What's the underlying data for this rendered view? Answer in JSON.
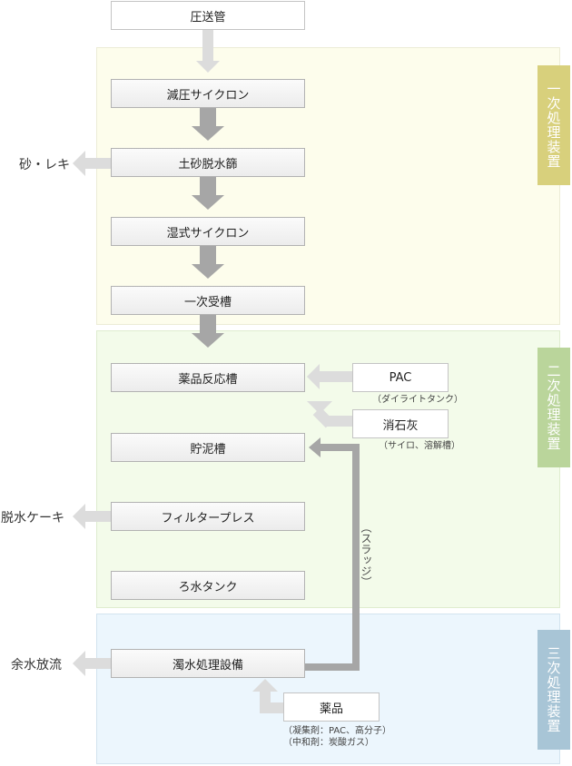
{
  "stages": {
    "primary": "一次処理装置",
    "secondary": "二次処理装置",
    "tertiary": "三次処理装置"
  },
  "nodes": {
    "pipe": "圧送管",
    "decompression_cyclone": "減圧サイクロン",
    "earth_sand_screen": "土砂脱水篩",
    "wet_cyclone": "湿式サイクロン",
    "primary_tank": "一次受槽",
    "chemical_reaction_tank": "薬品反応槽",
    "storage_tank": "貯泥槽",
    "filter_press": "フィルタープレス",
    "filtrate_tank": "ろ水タンク",
    "turbid_water_facility": "濁水処理設備"
  },
  "inputs": {
    "pac": "PAC",
    "pac_note": "（ダイライトタンク）",
    "lime": "消石灰",
    "lime_note": "（サイロ、溶解槽）",
    "chemicals": "薬品",
    "chemicals_note1": "（凝集剤：PAC、高分子）",
    "chemicals_note2": "（中和剤：炭酸ガス）"
  },
  "outputs": {
    "gravel": "砂・レキ",
    "cake": "脱水ケーキ",
    "discharge": "余水放流"
  },
  "sludge_label": "（スラッジ）",
  "colors": {
    "zone1": "#fdfdec",
    "zone2": "#f3fbea",
    "zone3": "#ecf6fd",
    "tag1": "#d8d07c",
    "tag2": "#bad59b",
    "tag3": "#a8c5d6",
    "arrow_dark": "#a6a6a6",
    "arrow_light": "#dcdcdc"
  }
}
